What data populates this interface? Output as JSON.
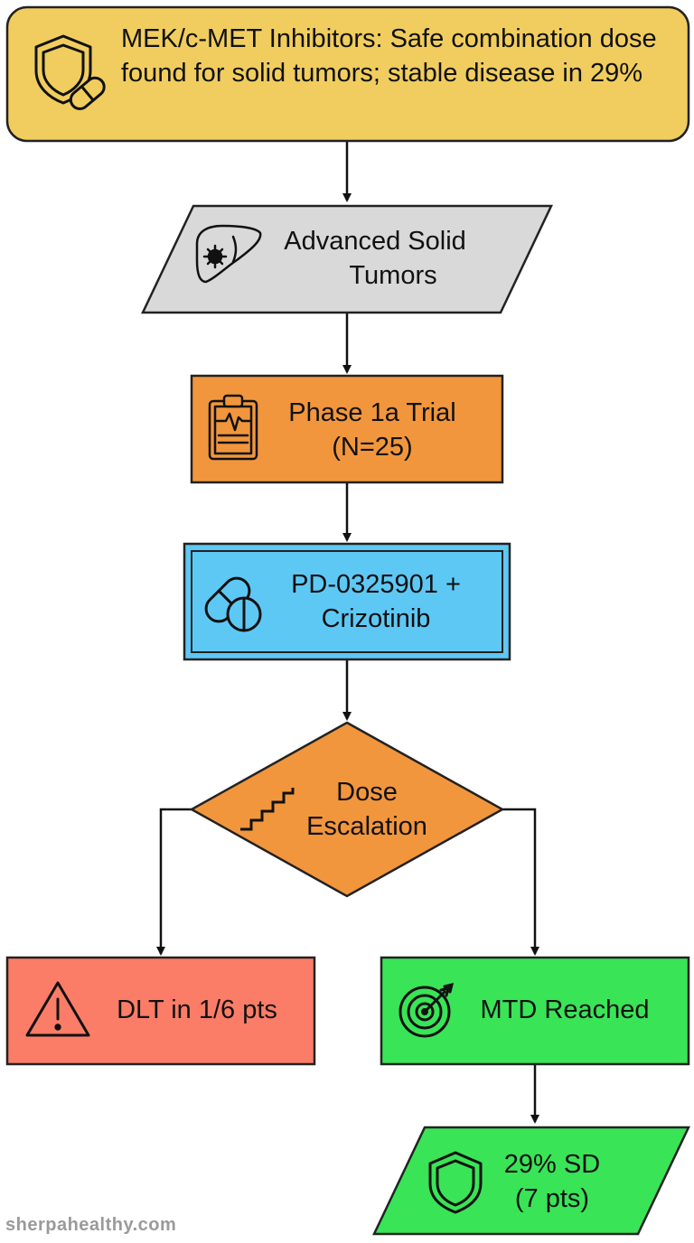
{
  "title": "MEK/c-MET Inhibitors: Safe combination dose found for solid tumors; stable disease in 29%",
  "nodes": {
    "population": {
      "line1": "Advanced Solid",
      "line2": "Tumors"
    },
    "trial": {
      "line1": "Phase 1a Trial",
      "line2": "(N=25)"
    },
    "drugs": {
      "line1": "PD-0325901 +",
      "line2": "Crizotinib"
    },
    "escalation": {
      "line1": "Dose",
      "line2": "Escalation"
    },
    "dlt": {
      "label": "DLT in 1/6 pts"
    },
    "mtd": {
      "label": "MTD Reached"
    },
    "outcome": {
      "line1": "29% SD",
      "line2": "(7 pts)"
    }
  },
  "colors": {
    "title_fill": "#f0cd5e",
    "population_fill": "#d9d9d9",
    "trial_fill": "#f1963d",
    "drugs_fill": "#5ec8f5",
    "escalation_fill": "#f1963d",
    "dlt_fill": "#fb7d67",
    "mtd_fill": "#39e457",
    "outcome_fill": "#39e457"
  },
  "icons": {
    "title": "shield-pill-icon",
    "population": "liver-tumor-icon",
    "trial": "clipboard-ecg-icon",
    "drugs": "pills-icon",
    "escalation": "stairs-icon",
    "dlt": "warning-icon",
    "mtd": "target-icon",
    "outcome": "shield-icon"
  },
  "watermark": "sherpahealthy.com"
}
